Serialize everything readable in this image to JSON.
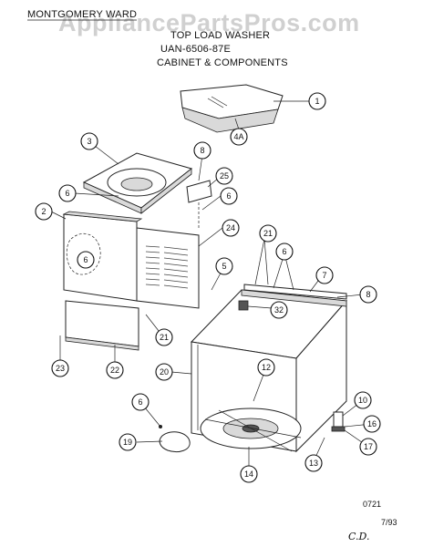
{
  "header": {
    "brand": "MONTGOMERY WARD",
    "subtitle": "TOP LOAD WASHER",
    "model": "UAN-6506-87E",
    "section": "CABINET & COMPONENTS"
  },
  "watermark": "AppliancePartsPros.com",
  "footer": {
    "code": "0721",
    "date": "7/93",
    "initials": "C.D."
  },
  "callouts": [
    "1",
    "4A",
    "3",
    "8",
    "25",
    "6",
    "6",
    "2",
    "24",
    "6",
    "21",
    "6",
    "5",
    "7",
    "8",
    "32",
    "21",
    "23",
    "22",
    "20",
    "12",
    "10",
    "16",
    "17",
    "13",
    "6",
    "19",
    "14"
  ]
}
